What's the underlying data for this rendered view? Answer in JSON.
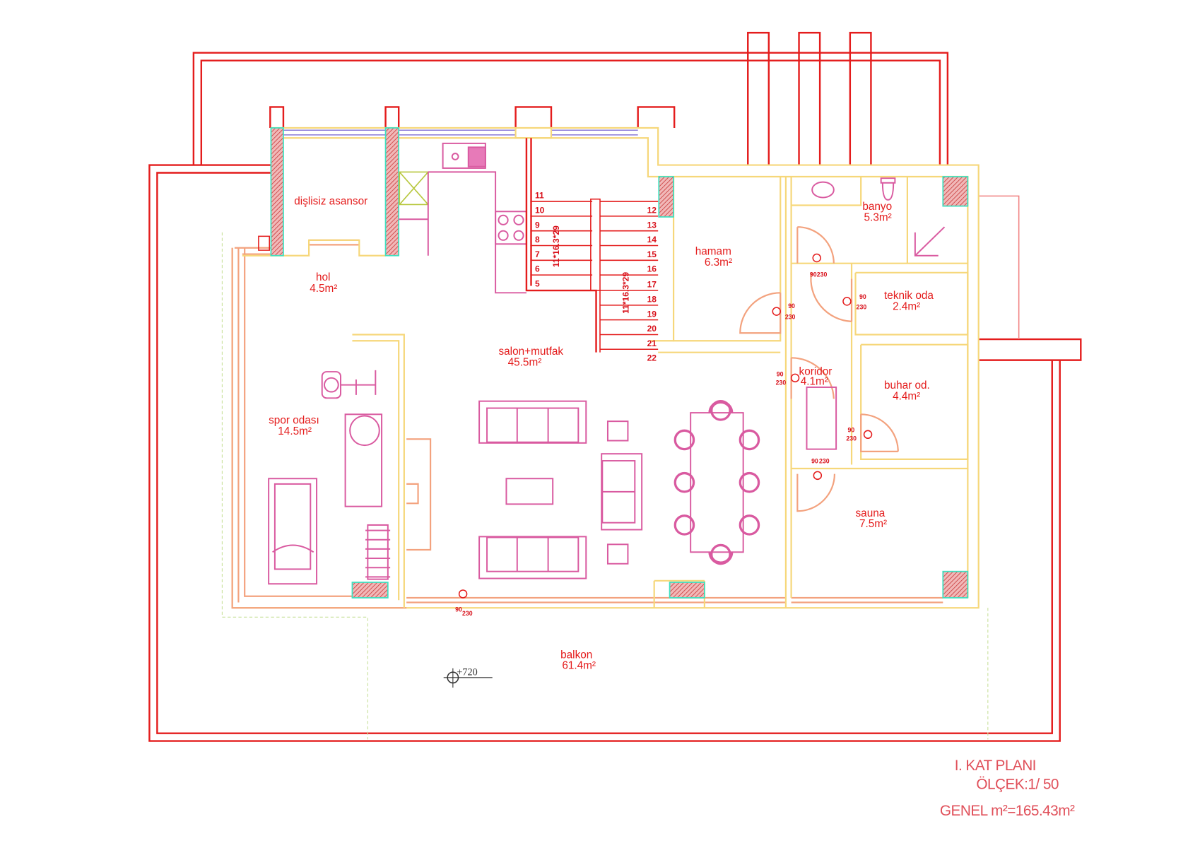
{
  "rooms": {
    "asansor": {
      "name": "dişlisiz asansor"
    },
    "hol": {
      "name": "hol",
      "area": "4.5m²"
    },
    "spor": {
      "name": "spor odası",
      "area": "14.5m²"
    },
    "salon": {
      "name": "salon+mutfak",
      "area": "45.5m²"
    },
    "hamam": {
      "name": "hamam",
      "area": "6.3m²"
    },
    "banyo": {
      "name": "banyo",
      "area": "5.3m²"
    },
    "teknik": {
      "name": "teknik oda",
      "area": "2.4m²"
    },
    "buhar": {
      "name": "buhar od.",
      "area": "4.4m²"
    },
    "koridor": {
      "name": "koridor",
      "area": "4.1m²"
    },
    "sauna": {
      "name": "sauna",
      "area": "7.5m²"
    },
    "balkon": {
      "name": "balkon",
      "area": "61.4m²"
    }
  },
  "stairs": {
    "left_steps": [
      "11",
      "10",
      "9",
      "8",
      "7",
      "6",
      "5"
    ],
    "right_steps": [
      "12",
      "13",
      "14",
      "15",
      "16",
      "17",
      "18",
      "19",
      "20",
      "21",
      "22"
    ],
    "spec": "11*16.3*29"
  },
  "doors": {
    "width": "90",
    "height": "230"
  },
  "level_mark": "+720",
  "title_block": {
    "title": "I. KAT PLANI",
    "scale": "ÖLÇEK:1/ 50",
    "total_area": "GENEL m²=165.43m²"
  },
  "colors": {
    "wall": "#e41c1c",
    "inner_wall": "#f6d77a",
    "furniture": "#d95aa0",
    "column_border": "#3fe0c0"
  }
}
